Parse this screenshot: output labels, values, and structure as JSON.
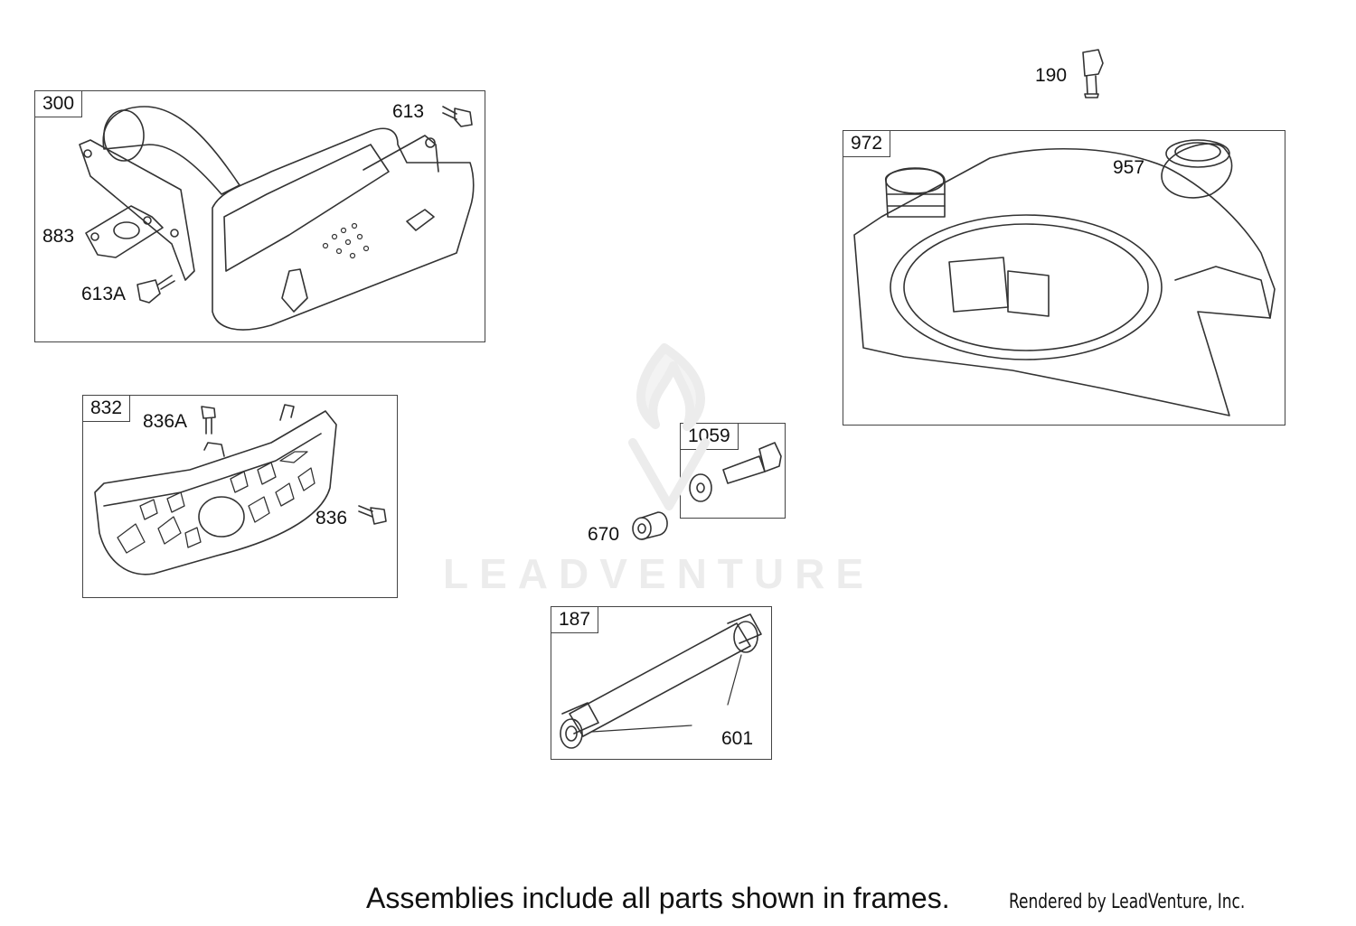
{
  "frames": {
    "muffler": "300",
    "guard": "832",
    "bolt_kit": "1059",
    "tube_kit": "187",
    "shroud": "972"
  },
  "callouts": {
    "c613": "613",
    "c883": "883",
    "c613a": "613A",
    "c836a": "836A",
    "c836": "836",
    "c670": "670",
    "c601": "601",
    "c190": "190",
    "c957": "957"
  },
  "watermark": {
    "text": "LEADVENTURE"
  },
  "footer": {
    "note": "Assemblies include all parts shown in frames.",
    "credit": "Rendered by LeadVenture, Inc."
  },
  "colors": {
    "line": "#333333",
    "frame": "#444444",
    "watermark": "#ececec"
  }
}
